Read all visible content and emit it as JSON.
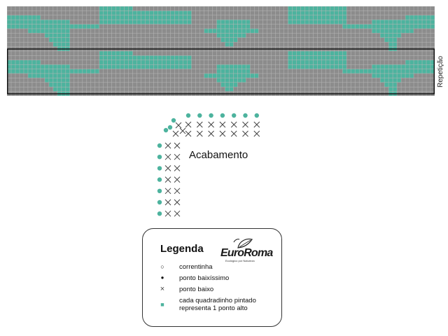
{
  "chart_grid": {
    "columns": 102,
    "rows": 20,
    "background_color": "#8c8c8c",
    "stitch_color": "#4db39e",
    "grid_line_color": "#b8b8b8",
    "repeat_rows": [
      10,
      19
    ],
    "repeat_label": "Repetição",
    "filled_runs_by_row": [
      [
        [
          22,
          29
        ],
        [
          67,
          80
        ]
      ],
      [
        [
          22,
          43
        ],
        [
          67,
          80
        ]
      ],
      [
        [
          0,
          7
        ],
        [
          22,
          43
        ],
        [
          67,
          80
        ],
        [
          95,
          101
        ]
      ],
      [
        [
          0,
          14
        ],
        [
          22,
          43
        ],
        [
          50,
          57
        ],
        [
          67,
          80
        ],
        [
          87,
          101
        ]
      ],
      [
        [
          0,
          21
        ],
        [
          50,
          57
        ],
        [
          80,
          101
        ]
      ],
      [
        [
          5,
          14
        ],
        [
          47,
          59
        ],
        [
          87,
          96
        ]
      ],
      [
        [
          9,
          14
        ],
        [
          50,
          56
        ],
        [
          89,
          93
        ]
      ],
      [
        [
          10,
          14
        ],
        [
          51,
          54
        ],
        [
          90,
          92
        ]
      ],
      [
        [
          11,
          14
        ],
        [
          52,
          53
        ],
        [
          91,
          92
        ]
      ],
      [
        [
          12,
          14
        ],
        [
          91,
          92
        ]
      ],
      [
        [
          22,
          29
        ],
        [
          67,
          80
        ]
      ],
      [
        [
          22,
          43
        ],
        [
          67,
          80
        ]
      ],
      [
        [
          0,
          7
        ],
        [
          22,
          43
        ],
        [
          67,
          80
        ],
        [
          95,
          101
        ]
      ],
      [
        [
          0,
          14
        ],
        [
          22,
          43
        ],
        [
          50,
          57
        ],
        [
          67,
          80
        ],
        [
          87,
          101
        ]
      ],
      [
        [
          0,
          21
        ],
        [
          50,
          57
        ],
        [
          80,
          101
        ]
      ],
      [
        [
          5,
          14
        ],
        [
          47,
          59
        ],
        [
          87,
          96
        ]
      ],
      [
        [
          9,
          14
        ],
        [
          50,
          56
        ],
        [
          89,
          93
        ]
      ],
      [
        [
          10,
          14
        ],
        [
          51,
          54
        ],
        [
          90,
          92
        ]
      ],
      [
        [
          11,
          14
        ],
        [
          52,
          53
        ],
        [
          91,
          92
        ]
      ],
      [
        [
          12,
          14
        ],
        [
          91,
          92
        ]
      ]
    ]
  },
  "finishing": {
    "label": "Acabamento",
    "stitch_color": "#4db39e",
    "cross_color": "#444444"
  },
  "legend": {
    "title": "Legenda",
    "brand_name": "EuroRoma",
    "brand_tagline": "Ecológico por Natureza",
    "items": [
      {
        "symbol": "circle-open-icon",
        "glyph": "○",
        "label": "correntinha"
      },
      {
        "symbol": "dot-icon",
        "glyph": "●",
        "label": "ponto baixíssimo"
      },
      {
        "symbol": "cross-icon",
        "glyph": "×",
        "label": "ponto baixo"
      },
      {
        "symbol": "filled-square-icon",
        "glyph": "■",
        "label_line1": "cada quadradinho pintado",
        "label_line2": "representa 1 ponto alto"
      }
    ]
  }
}
